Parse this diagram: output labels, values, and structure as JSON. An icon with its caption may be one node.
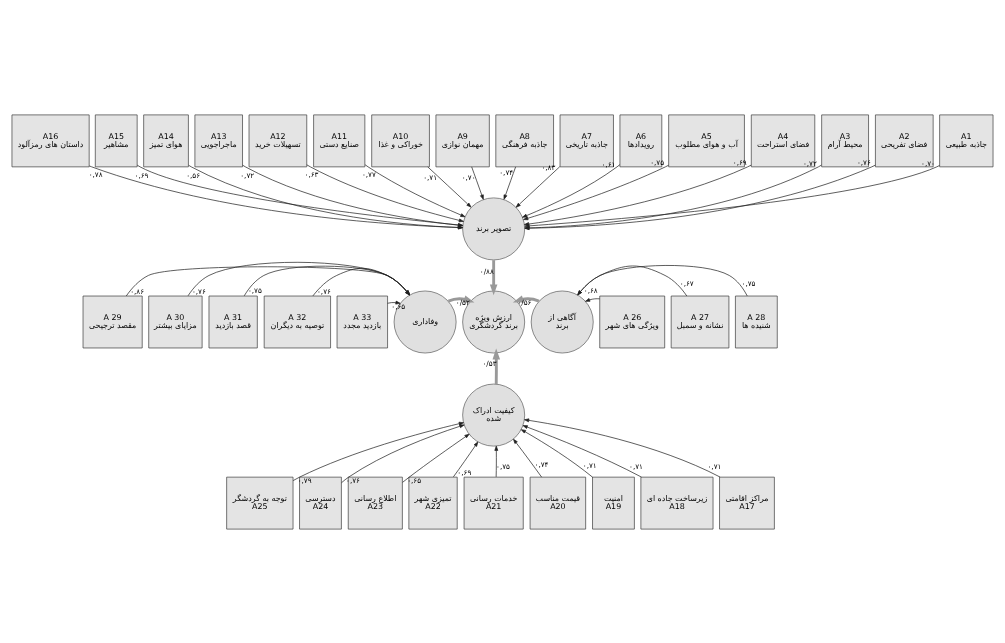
{
  "diagram": {
    "nodes": [
      {
        "text": [
          "A16",
          "داستان های رمزآلود"
        ]
      },
      {
        "text": [
          "A15",
          "مشاهیر"
        ]
      },
      {
        "text": [
          "A14",
          "هوای تمیز"
        ]
      },
      {
        "text": [
          "A13",
          "ماجراجویی"
        ]
      },
      {
        "text": [
          "A12",
          "تسهیلات خرید"
        ]
      },
      {
        "text": [
          "A11",
          "صنایع دستی"
        ]
      },
      {
        "text": [
          "A10",
          "خوراکی و غذا"
        ]
      },
      {
        "text": [
          "A9",
          "مهمان نوازی"
        ]
      },
      {
        "text": [
          "A8",
          "جاذبه فرهنگی"
        ]
      },
      {
        "text": [
          "A7",
          "جاذبه تاریخی"
        ]
      },
      {
        "text": [
          "A6",
          "رویدادها"
        ]
      },
      {
        "text": [
          "A5",
          "آب و هوای مطلوب"
        ]
      },
      {
        "text": [
          "A4",
          "فضای استراحت"
        ]
      },
      {
        "text": [
          "A3",
          "محیط آرام"
        ]
      },
      {
        "text": [
          "A2",
          "فضای تفریحی"
        ]
      },
      {
        "text": [
          "A1",
          "جاذبه طبیعی"
        ]
      },
      {
        "text": [
          "تصویر برند"
        ]
      },
      {
        "text": [
          "A 29",
          "مقصد ترجیحی"
        ]
      },
      {
        "text": [
          "A 30",
          "مزایای بیشتر"
        ]
      },
      {
        "text": [
          "A 31",
          "قصد بازدید"
        ]
      },
      {
        "text": [
          "A 32",
          "توصیه به دیگران"
        ]
      },
      {
        "text": [
          "A 33",
          "بازدید مجدد"
        ]
      },
      {
        "text": [
          "وفاداری"
        ]
      },
      {
        "text": [
          "ارزش ویژه برند گردشگری"
        ]
      },
      {
        "text": [
          "آگاهی از برند"
        ]
      },
      {
        "text": [
          "A 26",
          "ویژگی های شهر"
        ]
      },
      {
        "text": [
          "A 27",
          "نشانه و سمبل"
        ]
      },
      {
        "text": [
          "A 28",
          "شنیده ها"
        ]
      },
      {
        "text": [
          "کیفیت ادراک شده"
        ]
      },
      {
        "text": [
          "توجه به گردشگر",
          "A25"
        ]
      },
      {
        "text": [
          "دسترسی",
          "A24"
        ]
      },
      {
        "text": [
          "اطلاع رسانی",
          "A23"
        ]
      },
      {
        "text": [
          "تمیزی شهر",
          "A22"
        ]
      },
      {
        "text": [
          "خدمات رسانی",
          "A21"
        ]
      },
      {
        "text": [
          "قیمت مناسب",
          "A20"
        ]
      },
      {
        "text": [
          "امنیت",
          "A19"
        ]
      },
      {
        "text": [
          "زیرساخت جاده ای",
          "A18"
        ]
      },
      {
        "text": [
          "مراکز اقامتی",
          "A17"
        ]
      }
    ],
    "edges": [
      {
        "from": 0,
        "to": 16,
        "arrow": "to",
        "label": "۰,۷۸"
      },
      {
        "from": 1,
        "to": 16,
        "arrow": "to",
        "label": "۰,۶۹"
      },
      {
        "from": 2,
        "to": 16,
        "arrow": "to",
        "label": "۰,۵۶"
      },
      {
        "from": 3,
        "to": 16,
        "arrow": "to",
        "label": "۰,۷۲"
      },
      {
        "from": 4,
        "to": 16,
        "arrow": "to",
        "label": "۰,۶۳"
      },
      {
        "from": 5,
        "to": 16,
        "arrow": "to",
        "label": "۰,۷۷"
      },
      {
        "from": 6,
        "to": 16,
        "arrow": "to",
        "label": "۰,۷۱"
      },
      {
        "from": 7,
        "to": 16,
        "arrow": "to",
        "label": "۰,۷۰"
      },
      {
        "from": 8,
        "to": 16,
        "arrow": "to",
        "label": "۰,۷۴"
      },
      {
        "from": 9,
        "to": 16,
        "arrow": "to",
        "label": "۰,۸۳"
      },
      {
        "from": 10,
        "to": 16,
        "arrow": "to",
        "label": "۰,۶۱"
      },
      {
        "from": 11,
        "to": 16,
        "arrow": "to",
        "label": "۰,۷۵"
      },
      {
        "from": 12,
        "to": 16,
        "arrow": "to",
        "label": "۰,۶۹"
      },
      {
        "from": 13,
        "to": 16,
        "arrow": "to",
        "label": "۰,۷۲"
      },
      {
        "from": 14,
        "to": 16,
        "arrow": "to",
        "label": "۰,۷۶"
      },
      {
        "from": 15,
        "to": 16,
        "arrow": "to",
        "label": "۰,۷۰"
      },
      {
        "from": 17,
        "to": 22,
        "arrow": "to",
        "label": "۰,۸۶"
      },
      {
        "from": 18,
        "to": 22,
        "arrow": "to",
        "label": "۰,۷۶"
      },
      {
        "from": 19,
        "to": 22,
        "arrow": "to",
        "label": "۰,۷۵"
      },
      {
        "from": 20,
        "to": 22,
        "arrow": "to",
        "label": "۰,۷۶"
      },
      {
        "from": 21,
        "to": 22,
        "arrow": "to",
        "label": "۰,۶۵"
      },
      {
        "from": 25,
        "to": 24,
        "arrow": "to",
        "label": "۰,۶۸"
      },
      {
        "from": 26,
        "to": 24,
        "arrow": "to",
        "label": "۰,۶۷"
      },
      {
        "from": 27,
        "to": 24,
        "arrow": "to",
        "label": "۰,۷۵"
      },
      {
        "from": 29,
        "to": 28,
        "arrow": "to",
        "label": "۰,۷۹"
      },
      {
        "from": 30,
        "to": 28,
        "arrow": "to",
        "label": "۰,۷۶"
      },
      {
        "from": 31,
        "to": 28,
        "arrow": "to",
        "label": "۰,۶۵"
      },
      {
        "from": 32,
        "to": 28,
        "arrow": "to",
        "label": "۰,۶۹"
      },
      {
        "from": 33,
        "to": 28,
        "arrow": "to",
        "label": "۰,۷۵"
      },
      {
        "from": 34,
        "to": 28,
        "arrow": "to",
        "label": "۰,۷۴"
      },
      {
        "from": 35,
        "to": 28,
        "arrow": "to",
        "label": "۰,۷۱"
      },
      {
        "from": 36,
        "to": 28,
        "arrow": "to",
        "label": "۰,۷۱"
      },
      {
        "from": 37,
        "to": 28,
        "arrow": "to",
        "label": "۰,۷۱"
      },
      {
        "from": 16,
        "to": 23,
        "arrow": "to",
        "label": "۰/۸۸",
        "style": "thick",
        "color": "#999999"
      },
      {
        "from": 22,
        "to": 23,
        "arrow": "to",
        "label": "۰/۵۲",
        "style": "thick",
        "color": "#999999"
      },
      {
        "from": 24,
        "to": 23,
        "arrow": "to",
        "label": "۰/۵۶",
        "style": "thick",
        "color": "#999999"
      },
      {
        "from": 28,
        "to": 23,
        "arrow": "to",
        "label": "۰/۵۳",
        "style": "thick",
        "color": "#999999"
      }
    ]
  }
}
